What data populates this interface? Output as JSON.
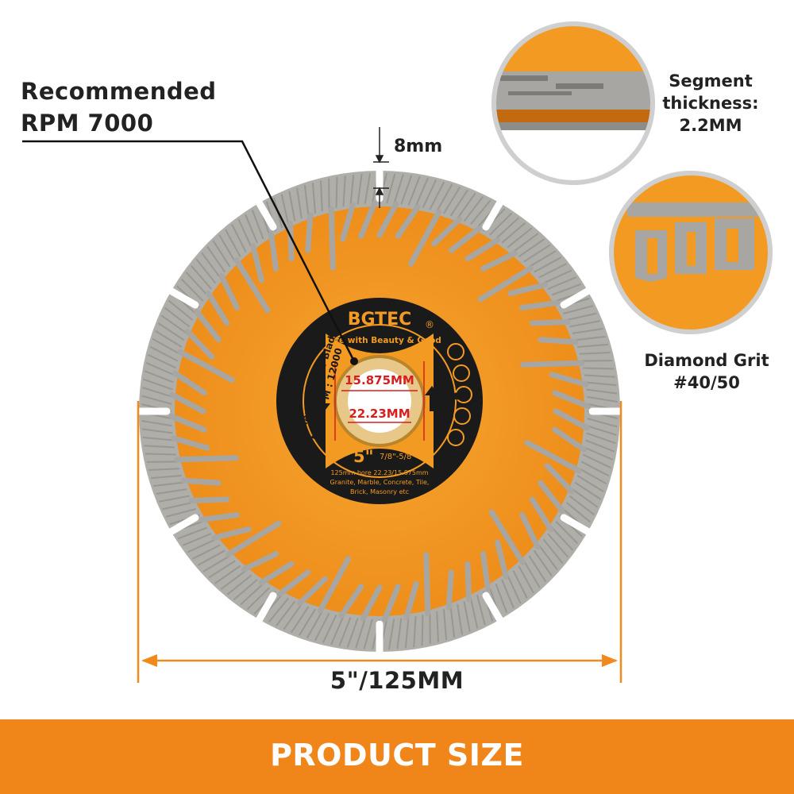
{
  "callouts": {
    "rpm_line1": "Recommended",
    "rpm_line2": "RPM 7000",
    "segment_thickness_label": "8mm",
    "segment_line1": "Segment",
    "segment_line2": "thickness:",
    "segment_line3": "2.2MM",
    "grit_line1": "Diamond Grit",
    "grit_line2": "#40/50",
    "diameter_label": "5\"/125MM"
  },
  "blade_label": {
    "brand": "BGTEC",
    "registered": "®",
    "slogan": "Life with Beauty & Good",
    "product_type": "Diamond Saw Blade",
    "max_rpm": "MAX RPM : 12000",
    "bore_outer": "15.875MM",
    "bore_inner": "22.23MM",
    "size": "5\"",
    "fraction": "7/8\"-5/8\"",
    "spec": "125mm bore 22.23/15.875mm",
    "materials_line1": "Granite, Marble, Concrete, Tile,",
    "materials_line2": "Brick, Masonry etc"
  },
  "banner": {
    "text": "PRODUCT SIZE"
  },
  "colors": {
    "blade_orange": "#f29a22",
    "label_black": "#1a1a1a",
    "segment_silver": "#a8a6a2",
    "banner_orange": "#f0851a",
    "bore_red": "#d81e1e",
    "dimension_orange": "#f08a1e"
  },
  "icons": [
    "safety-goggles-icon",
    "ear-protection-icon",
    "mask-icon",
    "glove-icon",
    "rotation-arrow-icon",
    "no-water-icon"
  ]
}
